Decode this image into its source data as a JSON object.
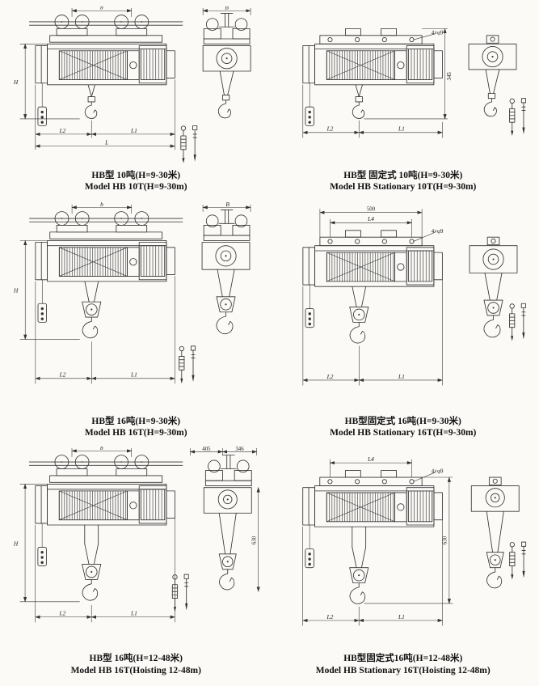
{
  "page": {
    "background": "#fbfaf7",
    "line_color": "#333333"
  },
  "figures": [
    {
      "caption_cn": "HB型 10吨(H=9-30米)",
      "caption_en": "Model HB 10T(H=9-30m)",
      "dims": {
        "b": "b",
        "B": "B",
        "H": "H",
        "L2": "L2",
        "L1": "L1",
        "L": "L"
      }
    },
    {
      "caption_cn": "HB型 固定式 10吨(H=9-30米)",
      "caption_en": "Model HB Stationary 10T(H=9-30m)",
      "dims": {
        "height": "345",
        "holes": "4×φ9",
        "L2": "L2",
        "L1": "L1"
      }
    },
    {
      "caption_cn": "HB型 16吨(H=9-30米)",
      "caption_en": "Model HB 16T(H=9-30m)",
      "dims": {
        "b": "b",
        "B": "B",
        "H": "H",
        "L2": "L2",
        "L1": "L1"
      }
    },
    {
      "caption_cn": "HB型固定式 16吨(H=9-30米)",
      "caption_en": "Model HB Stationary 16T(H=9-30m)",
      "dims": {
        "d500": "500",
        "L4": "L4",
        "holes": "4×φ9",
        "L2": "L2",
        "L1": "L1"
      }
    },
    {
      "caption_cn": "HB型 16吨(H=12-48米)",
      "caption_en": "Model HB 16T(Hoisting 12-48m)",
      "dims": {
        "b": "b",
        "H": "H",
        "d405": "405",
        "d346": "346",
        "d630": "630",
        "L2": "L2",
        "L1": "L1"
      }
    },
    {
      "caption_cn": "HB型固定式16吨(H=12-48米)",
      "caption_en": "Model HB Stationary 16T(Hoisting 12-48m)",
      "dims": {
        "L4": "L4",
        "holes": "4×φ9",
        "d630": "630",
        "L2": "L2",
        "L1": "L1"
      }
    }
  ]
}
